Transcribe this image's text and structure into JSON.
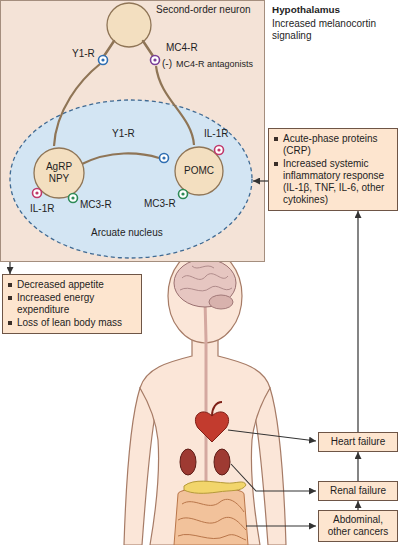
{
  "diagram": {
    "nodes": [
      {
        "text": [
          "Hypothalamus",
          "Increased melanocortin signaling"
        ]
      },
      {
        "text": [
          "Second-order neuron"
        ],
        "in": 0
      },
      {
        "text": [
          "Arcuate nucleus"
        ],
        "in": 0
      },
      {
        "text": [
          "AgRP NPY"
        ],
        "in": 2
      },
      {
        "text": [
          "POMC"
        ],
        "in": 2
      },
      {
        "text": [
          "Acute-phase proteins (CRP)",
          "Increased systemic inflammatory response (IL-1β, TNF, IL-6, other cytokines)"
        ]
      },
      {
        "text": [
          "Decreased appetite",
          "Increased energy expenditure",
          "Loss of lean body mass"
        ]
      },
      {
        "text": [
          "Heart failure"
        ]
      },
      {
        "text": [
          "Renal failure"
        ]
      },
      {
        "text": [
          "Abdominal, other cancers"
        ]
      }
    ],
    "edges": [
      {
        "from": 5,
        "to": 2,
        "arrow": "to"
      },
      {
        "from": 0,
        "to": 6,
        "arrow": "to"
      },
      {
        "from": 9,
        "to": 8,
        "arrow": "to"
      },
      {
        "from": 8,
        "to": 7,
        "arrow": "to"
      },
      {
        "from": 7,
        "to": 5,
        "arrow": "to"
      }
    ],
    "labels": [
      "Y1-R",
      "MC4-R",
      "(-)",
      "MC4-R antagonists",
      "Y1-R",
      "IL-1R",
      "MC3-R",
      "MC3-R",
      "IL-1R"
    ]
  }
}
